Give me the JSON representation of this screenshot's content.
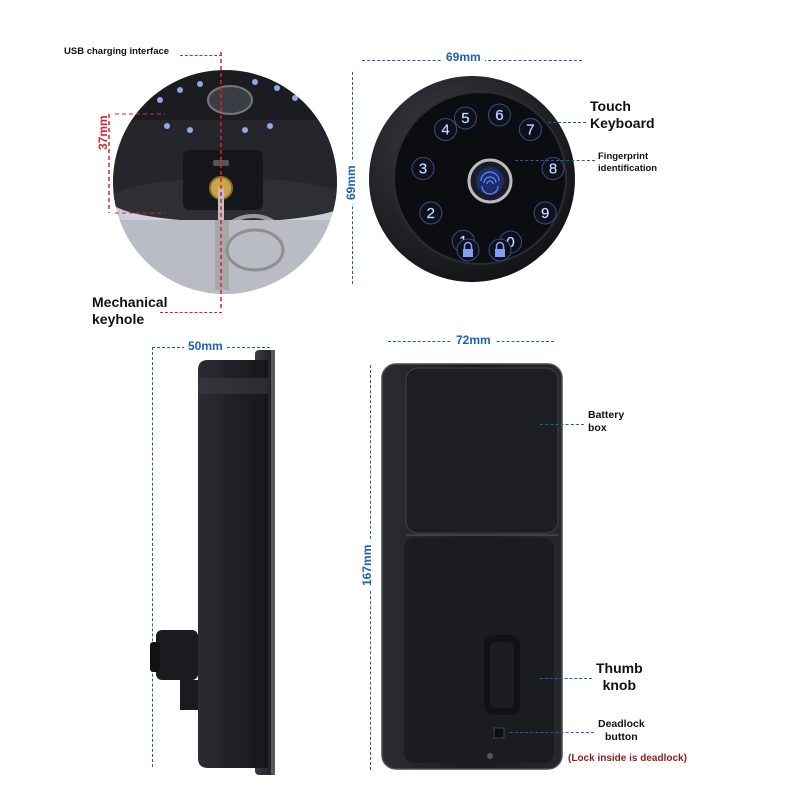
{
  "labels": {
    "usb": "USB charging interface",
    "keyhole": "Mechanical\nkeyhole",
    "touch": "Touch\nKeyboard",
    "fingerprint": "Fingerprint\nidentification",
    "battery": "Battery\nbox",
    "thumb": "Thumb\nknob",
    "deadlock": "Deadlock\nbutton",
    "note": "(Lock inside is deadlock)"
  },
  "dimensions": {
    "keyhole_height": "37mm",
    "keypad_width": "69mm",
    "keypad_height": "69mm",
    "side_depth": "50mm",
    "body_width": "72mm",
    "body_height": "167mm"
  },
  "keypad_digits": [
    "5",
    "6",
    "7",
    "8",
    "9",
    "0",
    "1",
    "2",
    "3",
    "4"
  ],
  "colors": {
    "dimension_blue": "#1e5fb0",
    "red_guide": "#d9232d",
    "lock_black": "#1a1b1e",
    "led_blue": "#5c8dff"
  }
}
